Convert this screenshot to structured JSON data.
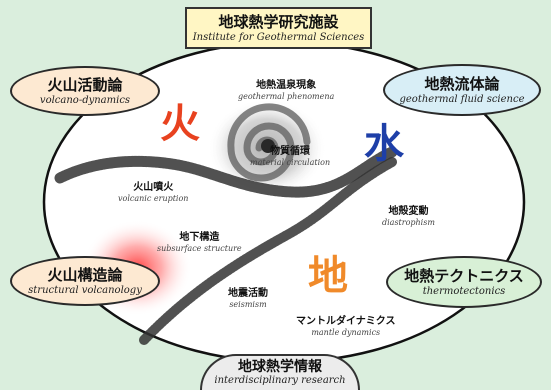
{
  "header": {
    "title_jp": "地球熱学研究施設",
    "title_en": "Institute for Geothermal Sciences"
  },
  "footer": {
    "title_jp": "地球熱学情報",
    "title_en": "interdisciplinary research"
  },
  "fields": {
    "volcano_dynamics": {
      "jp": "火山活動論",
      "en": "volcano-dynamics"
    },
    "geothermal_fluid": {
      "jp": "地熱流体論",
      "en": "geothermal fluid science"
    },
    "structural_volcanology": {
      "jp": "火山構造論",
      "en": "structural volcanology"
    },
    "thermotectonics": {
      "jp": "地熱テクトニクス",
      "en": "thermotectonics"
    }
  },
  "elements": {
    "fire": "火",
    "water": "水",
    "earth": "地"
  },
  "phenomena": {
    "geothermal": {
      "jp": "地熱温泉現象",
      "en": "geothermal phenomena"
    },
    "material": {
      "jp": "物質循環",
      "en": "material circulation"
    },
    "eruption": {
      "jp": "火山噴火",
      "en": "volcanic eruption"
    },
    "subsurface": {
      "jp": "地下構造",
      "en": "subsurface structure"
    },
    "diastrophism": {
      "jp": "地殻変動",
      "en": "diastrophism"
    },
    "seismism": {
      "jp": "地震活動",
      "en": "seismism"
    },
    "mantle": {
      "jp": "マントルダイナミクス",
      "en": "mantle dynamics"
    }
  },
  "colors": {
    "background": "#daeedd",
    "fire": "#e8421f",
    "water": "#1e3fa8",
    "earth": "#f08a2a",
    "oval_volcano": "#fde9d2",
    "oval_fluid": "#d8eef6",
    "oval_structural": "#fde9d2",
    "oval_thermo": "#d8f0d6",
    "title_box": "#fff6c4"
  }
}
